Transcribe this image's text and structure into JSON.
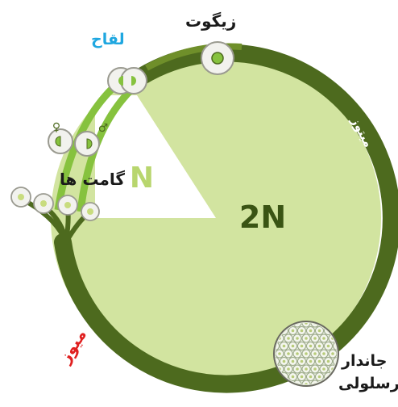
{
  "labels": {
    "zygote": "زیگوت",
    "fertilization": "لقاح",
    "mitosis": "میتوز",
    "gametes": "گامت ها",
    "haploid": "N",
    "diploid": "2N",
    "meiosis": "میوز",
    "multicellular_line1": "جاندار",
    "multicellular_line2": "پرسلولی",
    "female_symbol": "♀",
    "male_symbol": "♂"
  },
  "colors": {
    "background": "#ffffff",
    "diploid_fill": "#d2e4a0",
    "outer_ring": "#4d6a1e",
    "haploid_path": "#86c23e",
    "haploid_text": "#b8d66e",
    "diploid_text": "#3a5414",
    "fertilization_label": "#1fa7e0",
    "meiosis_label": "#e02020",
    "text_dark": "#1a1a1a",
    "mitosis_text": "#ffffff"
  },
  "icons": [
    "zygote-cell-icon",
    "fused-gametes-icon",
    "female-gamete-icon",
    "male-gamete-icon",
    "gamete-cell-icon",
    "multicellular-organism-icon"
  ]
}
